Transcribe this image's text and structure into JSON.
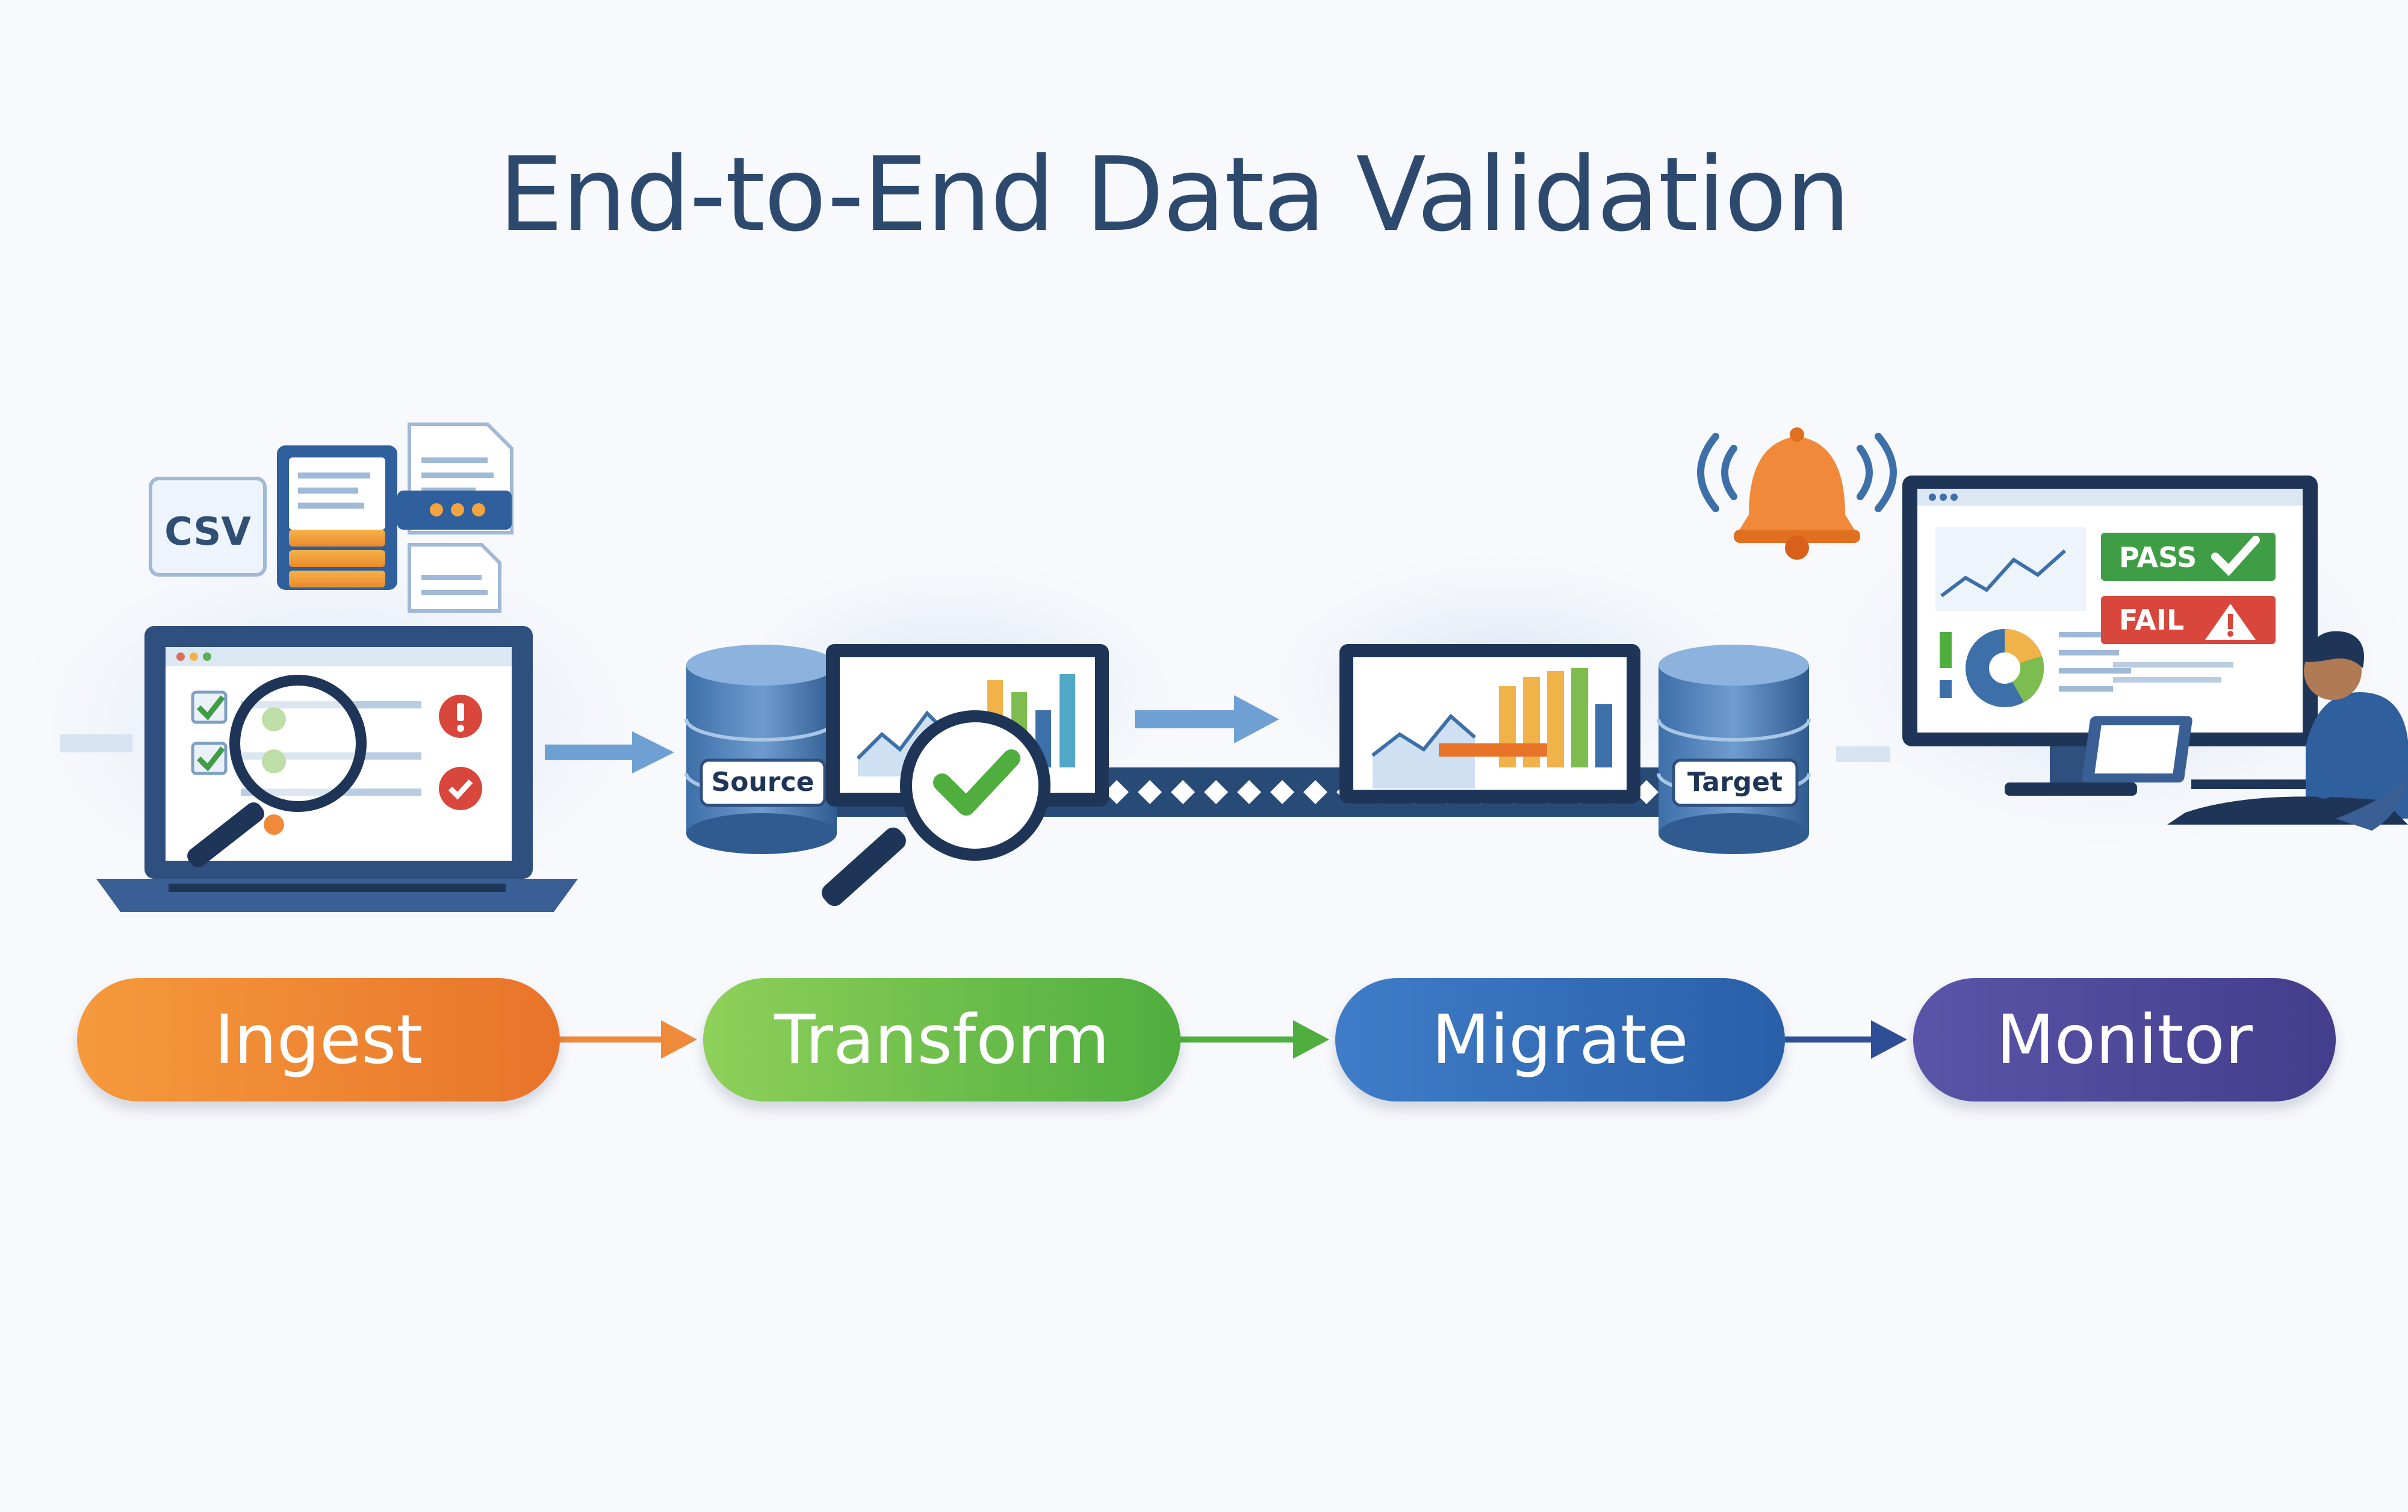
{
  "title": "End-to-End Data Validation",
  "stages": [
    {
      "label": "Ingest",
      "color_from": "#f59a3c",
      "color_to": "#e8742a"
    },
    {
      "label": "Transform",
      "color_from": "#8ed05a",
      "color_to": "#4fae3e"
    },
    {
      "label": "Migrate",
      "color_from": "#3f7dc8",
      "color_to": "#2a5fa8"
    },
    {
      "label": "Monitor",
      "color_from": "#5a55a8",
      "color_to": "#443d8c"
    }
  ],
  "arrow_colors": [
    "#ef8a3a",
    "#4fae3e",
    "#2e4f96"
  ],
  "labels": {
    "csv": "CSV",
    "source": "Source",
    "target": "Target",
    "pass": "PASS",
    "fail": "FAIL"
  },
  "status_colors": {
    "pass": "#3f9e45",
    "fail": "#d9463b",
    "bell": "#f08a3a"
  },
  "icons": [
    "csv-file-icon",
    "database-icon",
    "magnifier-icon",
    "checkmark-icon",
    "error-icon",
    "bell-icon",
    "warning-icon",
    "monitor-icon",
    "laptop-icon",
    "person-icon",
    "pie-chart-icon"
  ]
}
